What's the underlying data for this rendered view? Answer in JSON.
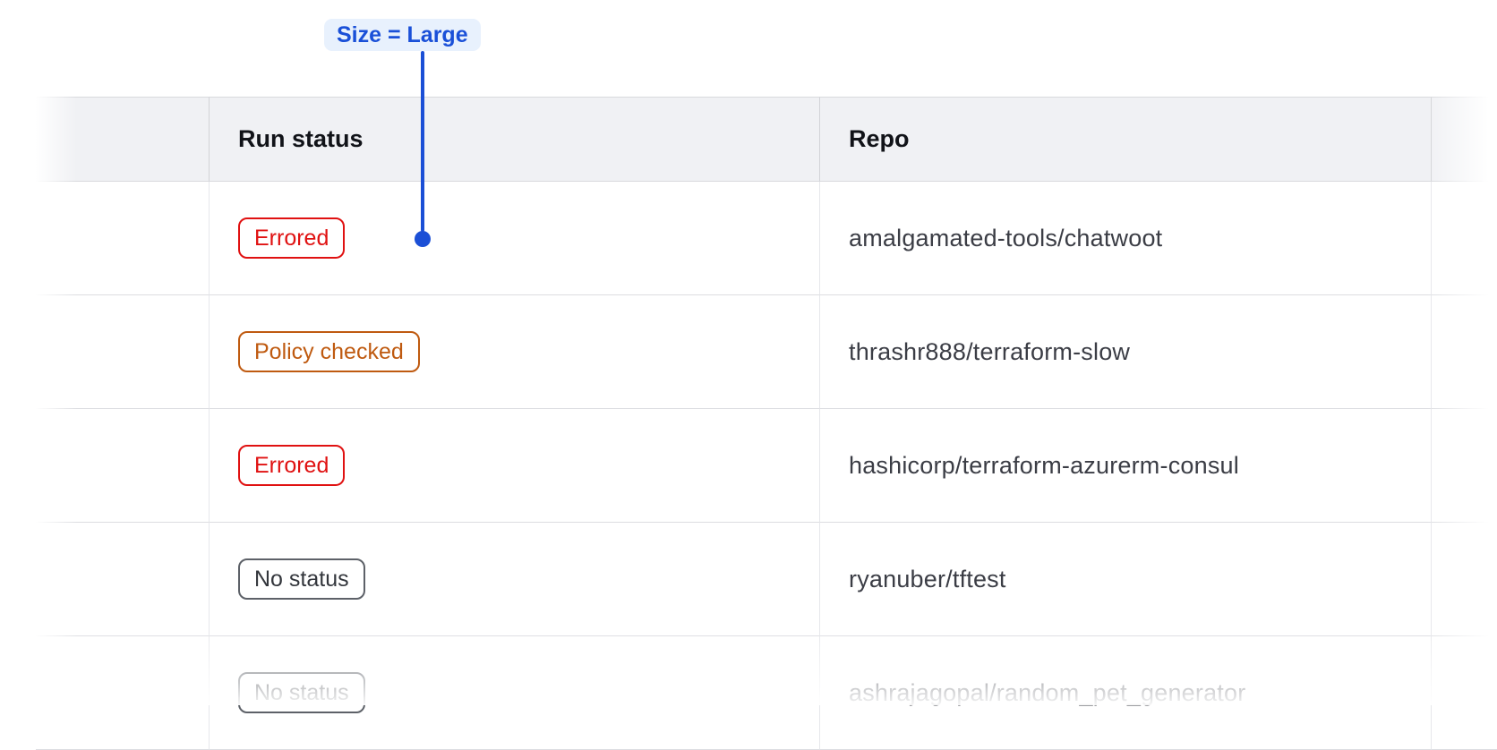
{
  "callout": {
    "label": "Size = Large",
    "text_color": "#1a50d8",
    "bg_color": "#e8f1fd",
    "line_color": "#1b4fd6"
  },
  "table": {
    "columns": [
      {
        "id": "leading",
        "label": ""
      },
      {
        "id": "run_status",
        "label": "Run status"
      },
      {
        "id": "repo",
        "label": "Repo"
      },
      {
        "id": "trailing",
        "label": ""
      }
    ],
    "status_colors": {
      "critical": "#e01111",
      "warning": "#bf5a10",
      "neutral": "#33363c"
    },
    "rows": [
      {
        "status": {
          "label": "Errored",
          "variant": "critical"
        },
        "repo": "amalgamated-tools/chatwoot"
      },
      {
        "status": {
          "label": "Policy checked",
          "variant": "warning"
        },
        "repo": "thrashr888/terraform-slow"
      },
      {
        "status": {
          "label": "Errored",
          "variant": "critical"
        },
        "repo": "hashicorp/terraform-azurerm-consul"
      },
      {
        "status": {
          "label": "No status",
          "variant": "neutral"
        },
        "repo": "ryanuber/tftest"
      },
      {
        "status": {
          "label": "No status",
          "variant": "neutral"
        },
        "repo": "ashrajagopal/random_pet_generator"
      }
    ]
  }
}
